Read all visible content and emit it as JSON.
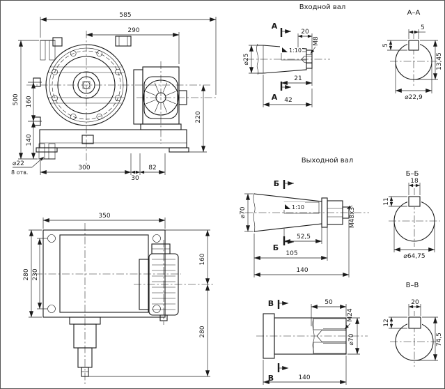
{
  "titles": {
    "input_shaft": "Входной вал",
    "output_shaft": "Выходной вал",
    "section_aa": "А–А",
    "section_bb": "Б–Б",
    "section_vv": "В–В"
  },
  "front_view": {
    "width_overall": "585",
    "width_290": "290",
    "height_500": "500",
    "height_160": "160",
    "height_140": "140",
    "height_220": "220",
    "holes_dia": "⌀22",
    "holes_note": "8 отв.",
    "dim_300": "300",
    "dim_30": "30",
    "dim_82": "82"
  },
  "top_view": {
    "width_350": "350",
    "height_280_left": "280",
    "height_230": "230",
    "height_160": "160",
    "height_280_right": "280"
  },
  "input_shaft": {
    "marker": "А",
    "len_20": "20",
    "thread": "М8",
    "dia": "⌀25",
    "taper": "1:10",
    "len_21": "21",
    "len_42": "42"
  },
  "section_aa": {
    "key_width": "5",
    "key_height": "5",
    "dia": "⌀22,9",
    "height": "13,45"
  },
  "output_shaft": {
    "marker": "Б",
    "dia": "⌀70",
    "taper": "1:10",
    "len_52_5": "52,5",
    "thread": "М48х3",
    "len_105": "105",
    "len_140": "140"
  },
  "section_bb": {
    "key_width": "18",
    "key_height": "11",
    "dia": "⌀64,75"
  },
  "vertical_shaft": {
    "marker": "В",
    "len_50": "50",
    "thread": "М24",
    "dia": "⌀70",
    "len_140": "140"
  },
  "section_vv": {
    "key_width": "20",
    "key_height": "12",
    "height": "74,5"
  }
}
